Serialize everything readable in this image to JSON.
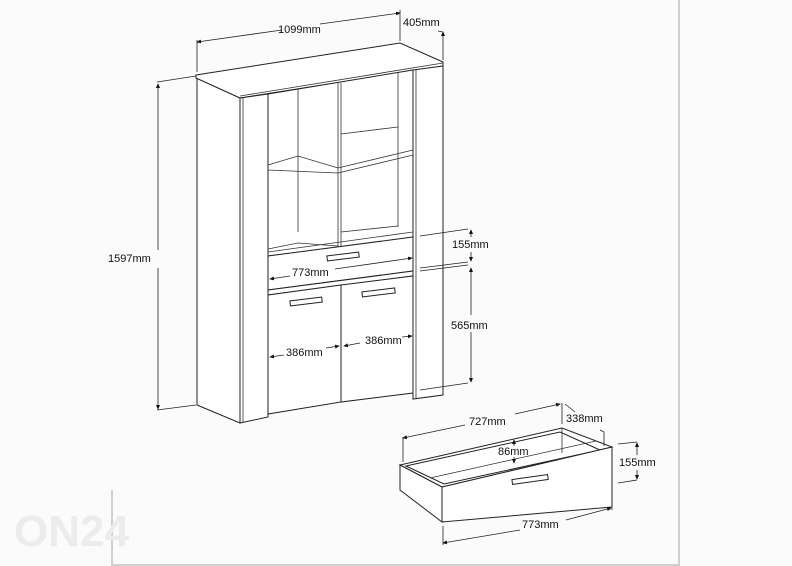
{
  "watermark": "ON24",
  "cabinet": {
    "width_label": "1099mm",
    "depth_label": "405mm",
    "height_label": "1597mm",
    "drawer_height_label": "155mm",
    "drawer_width_label": "773mm",
    "doors_height_label": "565mm",
    "left_door_width_label": "386mm",
    "right_door_width_label": "386mm"
  },
  "drawer": {
    "inner_width_label": "727mm",
    "depth_label": "338mm",
    "inner_height_label": "86mm",
    "height_label": "155mm",
    "front_width_label": "773mm"
  }
}
